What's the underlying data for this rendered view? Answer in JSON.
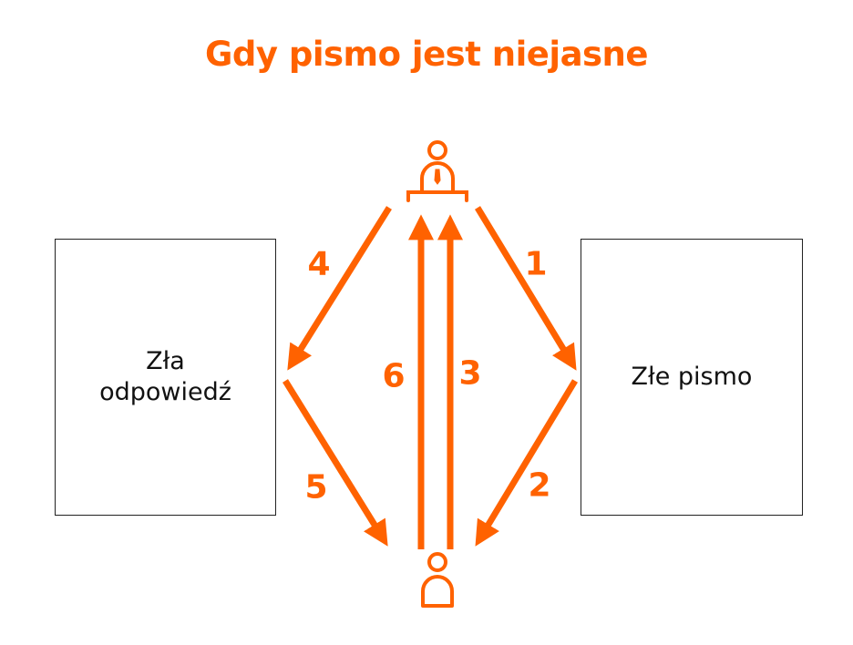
{
  "title": "Gdy pismo jest niejasne",
  "boxes": {
    "left": "Zła odpowiedź",
    "right": "Złe pismo"
  },
  "steps": [
    "1",
    "2",
    "3",
    "4",
    "5",
    "6"
  ],
  "colors": {
    "accent": "#FF6200",
    "border": "#222222"
  },
  "icons": {
    "top": "official-at-desk-icon",
    "bottom": "person-icon"
  }
}
